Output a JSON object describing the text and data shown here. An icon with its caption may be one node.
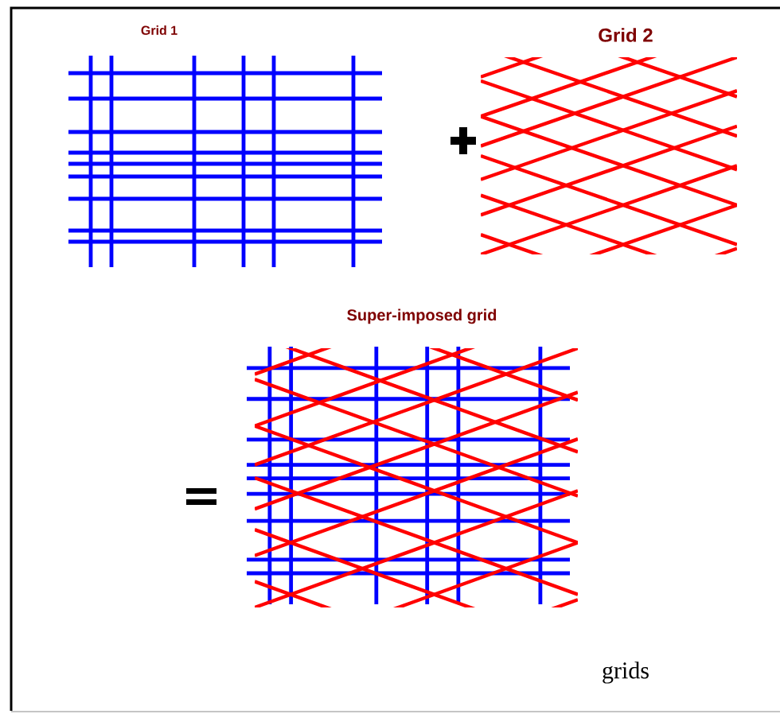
{
  "diagram": {
    "labels": [
      "Grid 1",
      "Grid 2",
      "Super-imposed grid",
      "grids"
    ]
  }
}
